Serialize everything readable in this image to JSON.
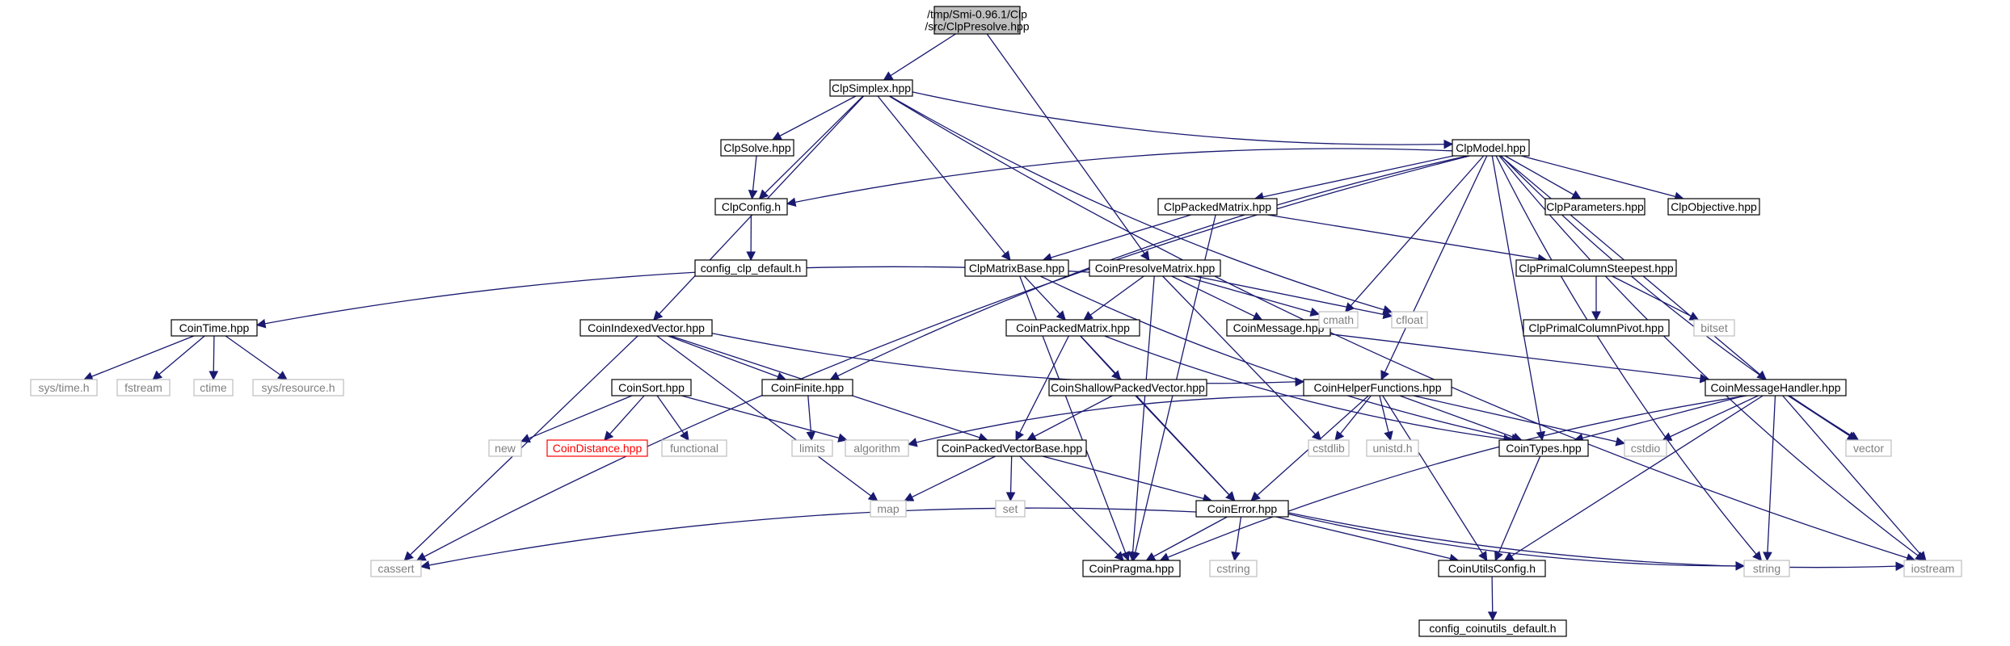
{
  "colors": {
    "edge": "#191970",
    "node_border": "#000000",
    "node_text": "#000000",
    "external_border": "#bfbfbf",
    "external_text": "#7f7f7f",
    "root_fill": "#bfbfbf",
    "missing_border": "#ff0000"
  },
  "nodes": {
    "root": {
      "lines": [
        "/tmp/Smi-0.96.1/Clp",
        "/src/ClpPresolve.hpp"
      ],
      "kind": "root"
    },
    "clpsimplex": {
      "lines": [
        "ClpSimplex.hpp"
      ],
      "kind": "doc"
    },
    "clpsolve": {
      "lines": [
        "ClpSolve.hpp"
      ],
      "kind": "doc"
    },
    "clpconfig": {
      "lines": [
        "ClpConfig.h"
      ],
      "kind": "doc"
    },
    "config_clp_default": {
      "lines": [
        "config_clp_default.h"
      ],
      "kind": "doc"
    },
    "clpmodel": {
      "lines": [
        "ClpModel.hpp"
      ],
      "kind": "doc"
    },
    "clppackedmatrix": {
      "lines": [
        "ClpPackedMatrix.hpp"
      ],
      "kind": "doc"
    },
    "clpparameters": {
      "lines": [
        "ClpParameters.hpp"
      ],
      "kind": "doc"
    },
    "clpobjective": {
      "lines": [
        "ClpObjective.hpp"
      ],
      "kind": "doc"
    },
    "clpmatrixbase": {
      "lines": [
        "ClpMatrixBase.hpp"
      ],
      "kind": "doc"
    },
    "coinpresolvematrix": {
      "lines": [
        "CoinPresolveMatrix.hpp"
      ],
      "kind": "doc"
    },
    "clpprimalcolumnsteepest": {
      "lines": [
        "ClpPrimalColumnSteepest.hpp"
      ],
      "kind": "doc"
    },
    "clpprimalcolumnpivot": {
      "lines": [
        "ClpPrimalColumnPivot.hpp"
      ],
      "kind": "doc"
    },
    "bitset": {
      "lines": [
        "bitset"
      ],
      "kind": "ext"
    },
    "cointime": {
      "lines": [
        "CoinTime.hpp"
      ],
      "kind": "doc"
    },
    "coinindexedvector": {
      "lines": [
        "CoinIndexedVector.hpp"
      ],
      "kind": "doc"
    },
    "coinpackedmatrix": {
      "lines": [
        "CoinPackedMatrix.hpp"
      ],
      "kind": "doc"
    },
    "coinmessage": {
      "lines": [
        "CoinMessage.hpp"
      ],
      "kind": "doc"
    },
    "cmath": {
      "lines": [
        "cmath"
      ],
      "kind": "ext"
    },
    "cfloat": {
      "lines": [
        "cfloat"
      ],
      "kind": "ext"
    },
    "systime": {
      "lines": [
        "sys/time.h"
      ],
      "kind": "ext"
    },
    "fstream": {
      "lines": [
        "fstream"
      ],
      "kind": "ext"
    },
    "ctime": {
      "lines": [
        "ctime"
      ],
      "kind": "ext"
    },
    "sysresource": {
      "lines": [
        "sys/resource.h"
      ],
      "kind": "ext"
    },
    "coinsort": {
      "lines": [
        "CoinSort.hpp"
      ],
      "kind": "doc"
    },
    "coinfinite": {
      "lines": [
        "CoinFinite.hpp"
      ],
      "kind": "doc"
    },
    "coinshallowpackedvector": {
      "lines": [
        "CoinShallowPackedVector.hpp"
      ],
      "kind": "doc"
    },
    "coinhelperfunctions": {
      "lines": [
        "CoinHelperFunctions.hpp"
      ],
      "kind": "doc"
    },
    "coinmessagehandler": {
      "lines": [
        "CoinMessageHandler.hpp"
      ],
      "kind": "doc"
    },
    "new": {
      "lines": [
        "new"
      ],
      "kind": "ext"
    },
    "coindistance": {
      "lines": [
        "CoinDistance.hpp"
      ],
      "kind": "missing"
    },
    "functional": {
      "lines": [
        "functional"
      ],
      "kind": "ext"
    },
    "limits": {
      "lines": [
        "limits"
      ],
      "kind": "ext"
    },
    "algorithm": {
      "lines": [
        "algorithm"
      ],
      "kind": "ext"
    },
    "coinpackedvectorbase": {
      "lines": [
        "CoinPackedVectorBase.hpp"
      ],
      "kind": "doc"
    },
    "cstdlib": {
      "lines": [
        "cstdlib"
      ],
      "kind": "ext"
    },
    "unistd": {
      "lines": [
        "unistd.h"
      ],
      "kind": "ext"
    },
    "cointypes": {
      "lines": [
        "CoinTypes.hpp"
      ],
      "kind": "doc"
    },
    "cstdio": {
      "lines": [
        "cstdio"
      ],
      "kind": "ext"
    },
    "vector": {
      "lines": [
        "vector"
      ],
      "kind": "ext"
    },
    "map": {
      "lines": [
        "map"
      ],
      "kind": "ext"
    },
    "set": {
      "lines": [
        "set"
      ],
      "kind": "ext"
    },
    "coinerror": {
      "lines": [
        "CoinError.hpp"
      ],
      "kind": "doc"
    },
    "cassert": {
      "lines": [
        "cassert"
      ],
      "kind": "ext"
    },
    "coinpragma": {
      "lines": [
        "CoinPragma.hpp"
      ],
      "kind": "doc"
    },
    "cstring": {
      "lines": [
        "cstring"
      ],
      "kind": "ext"
    },
    "coinutilsconfig": {
      "lines": [
        "CoinUtilsConfig.h"
      ],
      "kind": "doc"
    },
    "string": {
      "lines": [
        "string"
      ],
      "kind": "ext"
    },
    "iostream": {
      "lines": [
        "iostream"
      ],
      "kind": "ext"
    },
    "config_coinutils_default": {
      "lines": [
        "config_coinutils_default.h"
      ],
      "kind": "doc"
    }
  },
  "edges": [
    [
      "root",
      "clpsimplex"
    ],
    [
      "root",
      "coinpresolvematrix"
    ],
    [
      "clpsimplex",
      "clpsolve"
    ],
    [
      "clpsimplex",
      "clpconfig"
    ],
    [
      "clpsimplex",
      "clpmodel"
    ],
    [
      "clpsimplex",
      "clpmatrixbase"
    ],
    [
      "clpsimplex",
      "coinindexedvector"
    ],
    [
      "clpsimplex",
      "cfloat"
    ],
    [
      "clpsimplex",
      "iostream"
    ],
    [
      "clpsolve",
      "clpconfig"
    ],
    [
      "clpconfig",
      "config_clp_default"
    ],
    [
      "clpmodel",
      "clpconfig"
    ],
    [
      "clpmodel",
      "clppackedmatrix"
    ],
    [
      "clpmodel",
      "clpparameters"
    ],
    [
      "clpmodel",
      "clpobjective"
    ],
    [
      "clpmodel",
      "coinfinite"
    ],
    [
      "clpmodel",
      "cassert"
    ],
    [
      "clpmodel",
      "cmath"
    ],
    [
      "clpmodel",
      "coinhelperfunctions"
    ],
    [
      "clpmodel",
      "cointypes"
    ],
    [
      "clpmodel",
      "coinmessagehandler"
    ],
    [
      "clpmodel",
      "vector"
    ],
    [
      "clpmodel",
      "string"
    ],
    [
      "clpmodel",
      "iostream"
    ],
    [
      "clppackedmatrix",
      "clpmatrixbase"
    ],
    [
      "clppackedmatrix",
      "clpprimalcolumnsteepest"
    ],
    [
      "clppackedmatrix",
      "coinpragma"
    ],
    [
      "clpprimalcolumnsteepest",
      "clpprimalcolumnpivot"
    ],
    [
      "clpprimalcolumnsteepest",
      "bitset"
    ],
    [
      "clpmatrixbase",
      "coinpackedmatrix"
    ],
    [
      "clpmatrixbase",
      "cointypes"
    ],
    [
      "clpmatrixbase",
      "coinpragma"
    ],
    [
      "coinpresolvematrix",
      "cointime"
    ],
    [
      "coinpresolvematrix",
      "coinpackedmatrix"
    ],
    [
      "coinpresolvematrix",
      "coinmessage"
    ],
    [
      "coinpresolvematrix",
      "cmath"
    ],
    [
      "coinpresolvematrix",
      "cfloat"
    ],
    [
      "coinpresolvematrix",
      "cstdlib"
    ],
    [
      "coinpresolvematrix",
      "coinpragma"
    ],
    [
      "cointime",
      "systime"
    ],
    [
      "cointime",
      "fstream"
    ],
    [
      "cointime",
      "ctime"
    ],
    [
      "cointime",
      "sysresource"
    ],
    [
      "coinindexedvector",
      "coinfinite"
    ],
    [
      "coinindexedvector",
      "coinhelperfunctions"
    ],
    [
      "coinindexedvector",
      "coinpackedvectorbase"
    ],
    [
      "coinindexedvector",
      "map"
    ],
    [
      "coinindexedvector",
      "cassert"
    ],
    [
      "coinpackedmatrix",
      "coinshallowpackedvector"
    ],
    [
      "coinpackedmatrix",
      "coinpackedvectorbase"
    ],
    [
      "coinpackedmatrix",
      "coinerror"
    ],
    [
      "coinpackedmatrix",
      "cointypes"
    ],
    [
      "coinmessage",
      "coinmessagehandler"
    ],
    [
      "coinsort",
      "new"
    ],
    [
      "coinsort",
      "coindistance"
    ],
    [
      "coinsort",
      "functional"
    ],
    [
      "coinsort",
      "algorithm"
    ],
    [
      "coinfinite",
      "limits"
    ],
    [
      "coinshallowpackedvector",
      "coinpackedvectorbase"
    ],
    [
      "coinshallowpackedvector",
      "coinerror"
    ],
    [
      "coinhelperfunctions",
      "algorithm"
    ],
    [
      "coinhelperfunctions",
      "cstdlib"
    ],
    [
      "coinhelperfunctions",
      "unistd"
    ],
    [
      "coinhelperfunctions",
      "cointypes"
    ],
    [
      "coinhelperfunctions",
      "cstdio"
    ],
    [
      "coinhelperfunctions",
      "coinerror"
    ],
    [
      "coinhelperfunctions",
      "coinutilsconfig"
    ],
    [
      "coinmessagehandler",
      "cointypes"
    ],
    [
      "coinmessagehandler",
      "cstdio"
    ],
    [
      "coinmessagehandler",
      "vector"
    ],
    [
      "coinmessagehandler",
      "coinutilsconfig"
    ],
    [
      "coinmessagehandler",
      "coinpragma"
    ],
    [
      "coinmessagehandler",
      "string"
    ],
    [
      "coinmessagehandler",
      "iostream"
    ],
    [
      "coinpackedvectorbase",
      "map"
    ],
    [
      "coinpackedvectorbase",
      "set"
    ],
    [
      "coinpackedvectorbase",
      "coinerror"
    ],
    [
      "coinpackedvectorbase",
      "coinpragma"
    ],
    [
      "cointypes",
      "coinutilsconfig"
    ],
    [
      "coinerror",
      "cassert"
    ],
    [
      "coinerror",
      "coinpragma"
    ],
    [
      "coinerror",
      "cstring"
    ],
    [
      "coinerror",
      "coinutilsconfig"
    ],
    [
      "coinerror",
      "string"
    ],
    [
      "coinerror",
      "iostream"
    ],
    [
      "coinutilsconfig",
      "config_coinutils_default"
    ]
  ]
}
